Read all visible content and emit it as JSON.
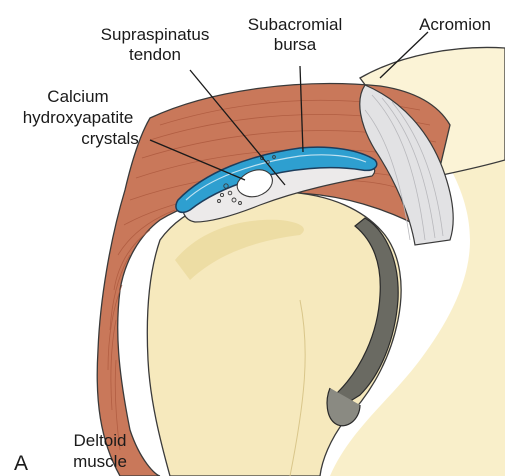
{
  "figure": {
    "panel_letter": "A",
    "labels": {
      "supraspinatus_line1": "Supraspinatus",
      "supraspinatus_line2": "tendon",
      "subacromial_line1": "Subacromial",
      "subacromial_line2": "bursa",
      "acromion": "Acromion",
      "calcium_line1": "Calcium",
      "calcium_line2": "hydroxyapatite",
      "calcium_line3": "crystals",
      "deltoid_line1": "Deltoid",
      "deltoid_line2": "muscle"
    }
  },
  "colors": {
    "humeral_head": "#f6e9bd",
    "humeral_head_shadow": "#ead79a",
    "deltoid_muscle": "#c9785a",
    "deltoid_fiber": "#a9553a",
    "acromion_bone": "#fbf3d6",
    "ligament": "#e2e2e4",
    "bursa": "#2e9fd0",
    "bursa_outline": "#1d3d5c",
    "tendon": "#eceaea",
    "cartilage": "#6a6a62",
    "outline": "#3a3a3a"
  }
}
